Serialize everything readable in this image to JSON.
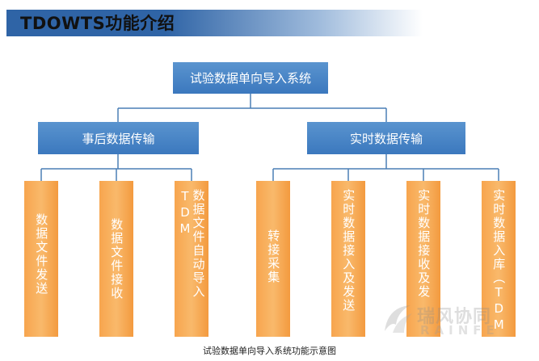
{
  "header": {
    "title": "TDOWTS功能介绍"
  },
  "diagram": {
    "root": "试验数据单向导入系统",
    "branches": [
      {
        "label": "事后数据传输",
        "children": [
          "数据文件发送",
          "数据文件接收",
          "数据文件自动导入TDM"
        ]
      },
      {
        "label": "实时数据传输",
        "children": [
          "转接采集",
          "实时数据接入及发送",
          "实时数据接收及发",
          "实时数据入库（TDM"
        ]
      }
    ]
  },
  "caption": "试验数据单向导入系统功能示意图",
  "watermark": {
    "brand_cn": "瑞风协同",
    "brand_en": "RAINFE"
  },
  "colors": {
    "header": "#2f64a6",
    "blue_box": "#4a86c6",
    "orange_box": "#f7a54e",
    "connector": "#4a7fb5"
  }
}
